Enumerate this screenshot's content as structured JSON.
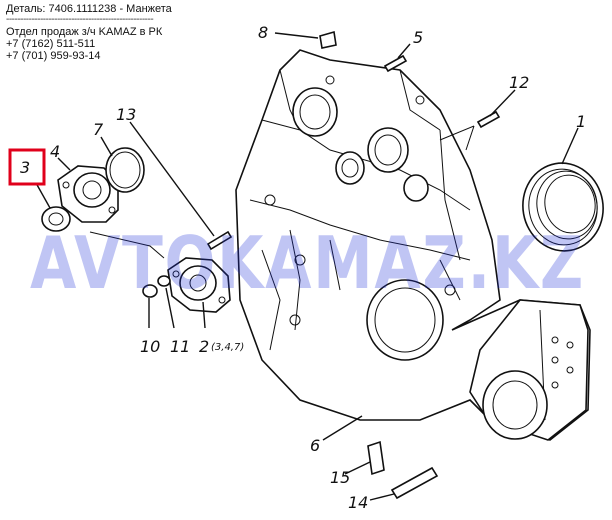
{
  "header": {
    "detail": "Деталь: 7406.1111238 - Манжета",
    "separator": "----------------------------------------------------",
    "dept": "Отдел продаж з/ч KAMAZ в РК",
    "phone1": "+7 (7162) 511-511",
    "phone2": "+7 (701) 959-93-14"
  },
  "watermark": "AVTOKAMAZ.KZ",
  "highlight_color": "#e0001b",
  "watermark_color": "#1c2fd6",
  "callouts": {
    "n1": "1",
    "n2": "2",
    "n2_sub": "(3,4,7)",
    "n3": "3",
    "n4": "4",
    "n5": "5",
    "n6": "6",
    "n7": "7",
    "n8": "8",
    "n10": "10",
    "n11": "11",
    "n12": "12",
    "n13": "13",
    "n14": "14",
    "n15": "15"
  }
}
